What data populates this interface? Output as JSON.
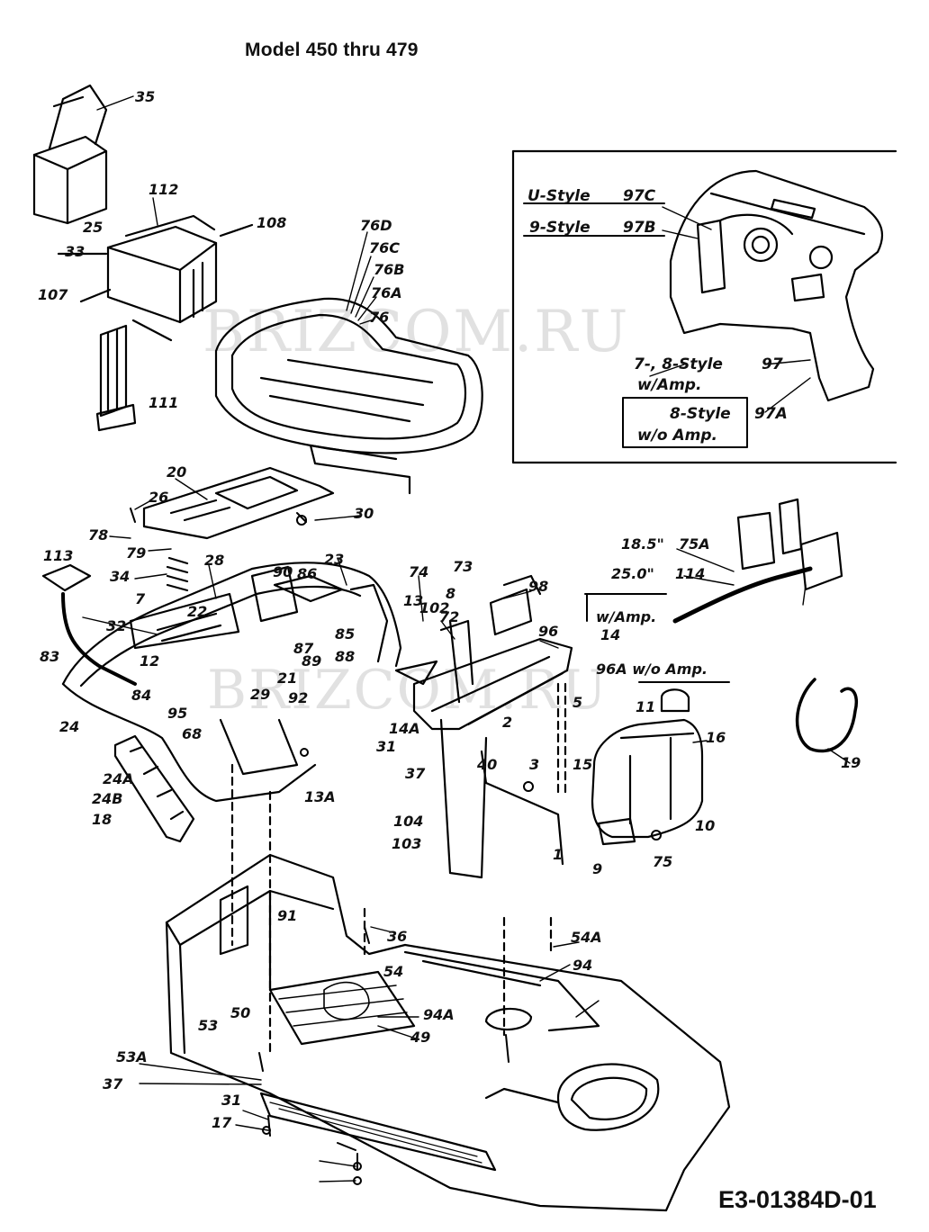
{
  "header": {
    "title": "Model  450 thru 479"
  },
  "footer": {
    "drawing_code": "E3-01384D-01"
  },
  "watermark": {
    "text": "BRIZCOM.RU"
  },
  "inset": {
    "u_style": "U-Style",
    "u_style_part": "97C",
    "nine_style": "9-Style",
    "nine_style_part": "97B",
    "style_78_amp": "7-, 8-Style",
    "style_78_amp_sub": "w/Amp.",
    "style_78_amp_part": "97",
    "style_8_noamp": "8-Style",
    "style_8_noamp_sub": "w/o Amp.",
    "style_8_noamp_part": "97A"
  },
  "notes": {
    "w_amp": "w/Amp.",
    "w_o_amp": "96A  w/o Amp.",
    "len_185": "18.5\"",
    "len_250": "25.0\""
  },
  "parts": [
    "35",
    "112",
    "108",
    "25",
    "33",
    "107",
    "111",
    "76D",
    "76C",
    "76B",
    "76A",
    "76",
    "20",
    "26",
    "30",
    "78",
    "79",
    "34",
    "113",
    "7",
    "28",
    "32",
    "22",
    "12",
    "23",
    "86",
    "89",
    "85",
    "88",
    "90",
    "87",
    "21",
    "83",
    "84",
    "29",
    "92",
    "95",
    "68",
    "24",
    "24A",
    "24B",
    "18",
    "13A",
    "74",
    "73",
    "98",
    "8",
    "13",
    "102",
    "72",
    "96",
    "14",
    "14A",
    "31",
    "2",
    "5",
    "37",
    "40",
    "104",
    "103",
    "3",
    "15",
    "1",
    "9",
    "11",
    "16",
    "10",
    "75",
    "75A",
    "114",
    "19",
    "91",
    "36",
    "54",
    "54A",
    "94",
    "94A",
    "49",
    "50",
    "53",
    "53A",
    "37",
    "31",
    "17"
  ]
}
